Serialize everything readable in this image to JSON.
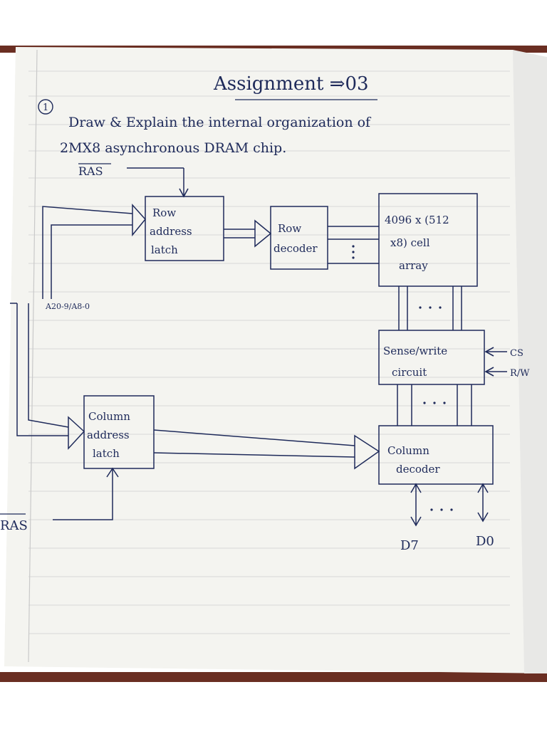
{
  "page": {
    "title": "Assignment ⇒03",
    "question_number": "1",
    "question_line1": "Draw & Explain the internal organization of",
    "question_line2": "2MX8 asynchronous DRAM chip."
  },
  "signals": {
    "ras": "RAS",
    "cas": "RAS",
    "address_bus": "A20-9/A8-0",
    "cs": "CS",
    "rw": "R/W",
    "d7": "D7",
    "d0": "D0"
  },
  "blocks": {
    "row_latch": [
      "Row",
      "address",
      "latch"
    ],
    "row_decoder": [
      "Row",
      "decoder"
    ],
    "cell_array": [
      "4096 x (512",
      "x8) cell",
      "array"
    ],
    "sense_write": [
      "Sense/write",
      "circuit"
    ],
    "column_latch": [
      "Column",
      "address",
      "latch"
    ],
    "column_decoder": [
      "Column",
      "decoder"
    ]
  },
  "colors": {
    "ink": "#1e2a5a",
    "paper": "#f4f4f0",
    "ruled_line": "#d6d6d6",
    "margin_line": "#c9c9c9",
    "background": "#6a2e22"
  }
}
